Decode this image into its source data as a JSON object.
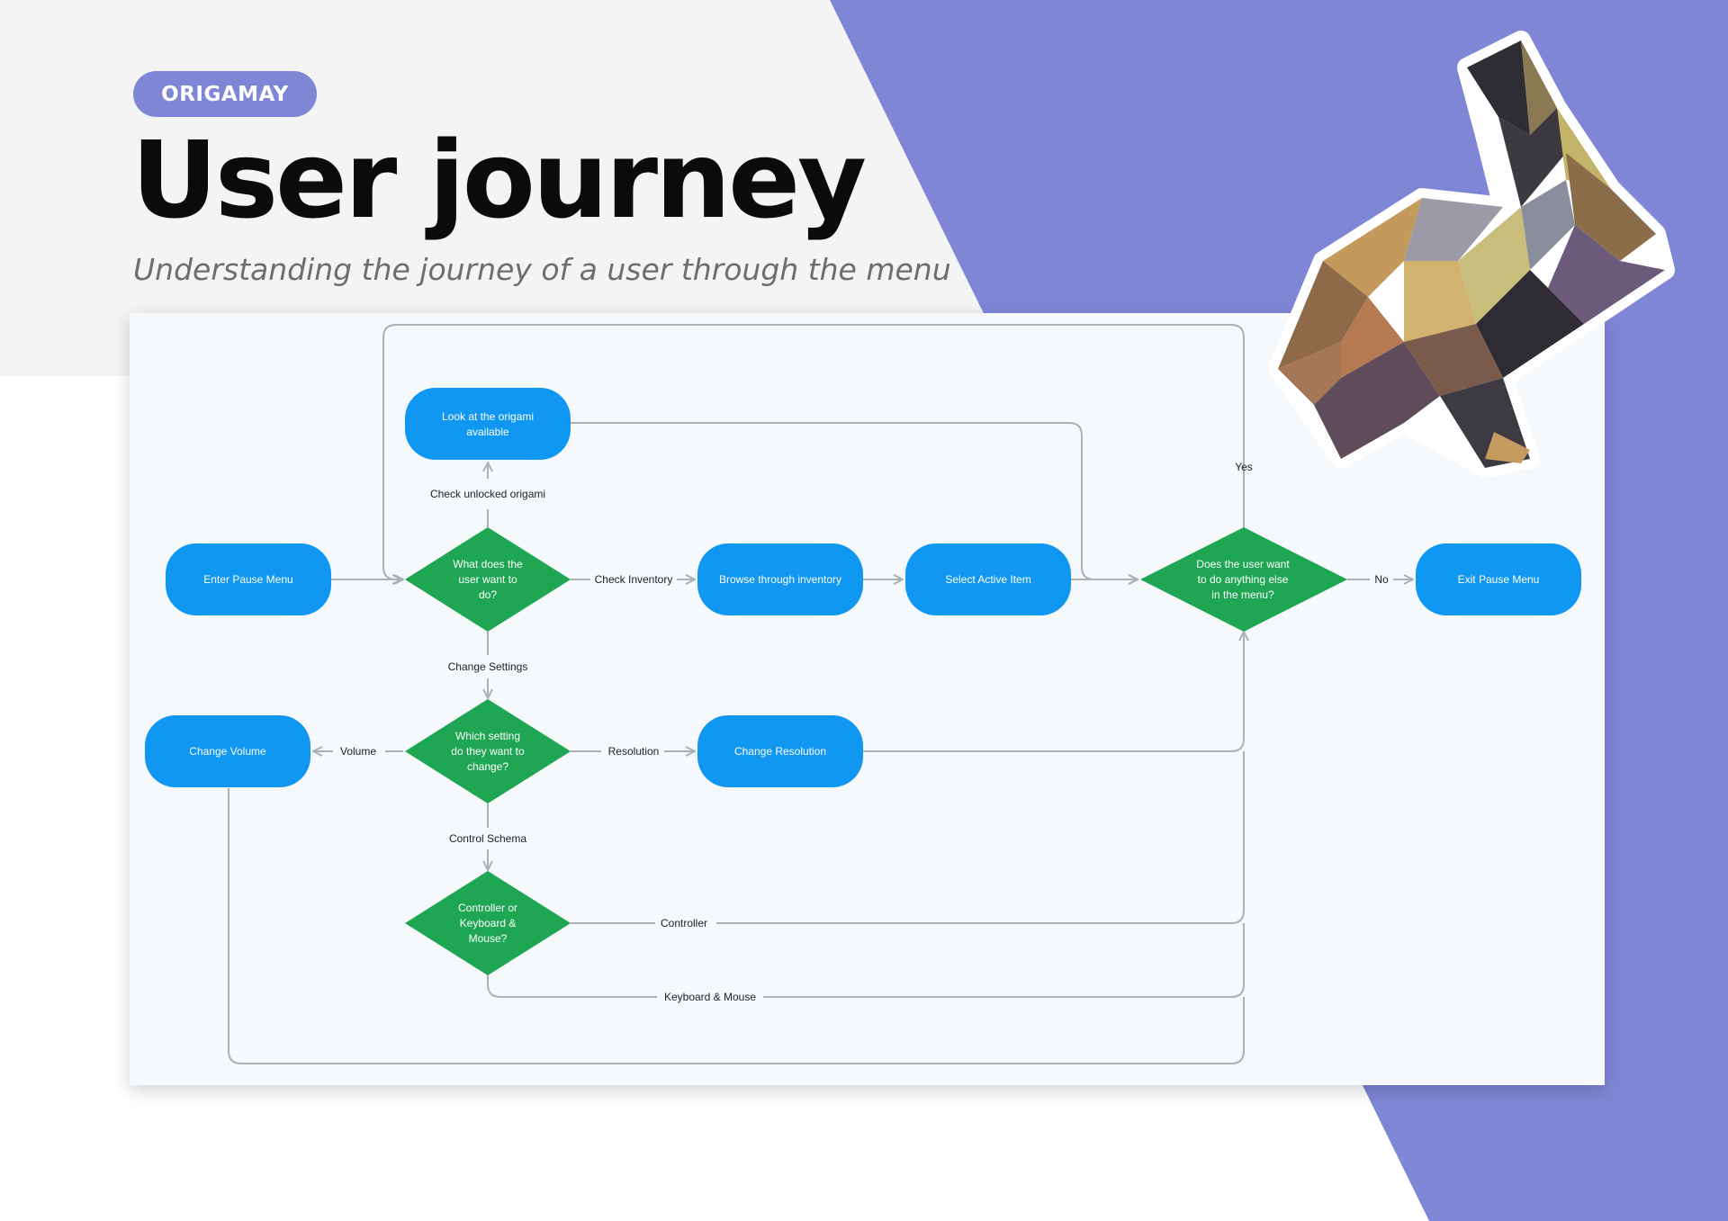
{
  "header": {
    "tag": "ORIGAMAY",
    "title": "User journey",
    "subtitle": "Understanding the journey of a user through the menu"
  },
  "colors": {
    "accent": "#7f86d6",
    "process_node": "#0f97f2",
    "decision_node": "#1fa653",
    "board": "#f5f9fc",
    "light_panel": "#f4f4f4"
  },
  "illustration": {
    "icon": "origami-rabbit-icon"
  },
  "flow": {
    "nodes": {
      "enter_pause": "Enter Pause Menu",
      "look_origami": [
        "Look at the origami",
        "available"
      ],
      "what_do": [
        "What does the",
        "user want to",
        "do?"
      ],
      "browse_inventory": "Browse through inventory",
      "select_item": "Select Active Item",
      "anything_else": [
        "Does the user want",
        "to do anything else",
        "in the menu?"
      ],
      "exit_pause": "Exit Pause Menu",
      "which_setting": [
        "Which setting",
        "do they want to",
        "change?"
      ],
      "change_volume": "Change Volume",
      "change_resolution": "Change Resolution",
      "controller_or_kbm": [
        "Controller or",
        "Keyboard &",
        "Mouse?"
      ]
    },
    "edges": {
      "check_unlocked": "Check unlocked origami",
      "check_inventory": "Check Inventory",
      "change_settings": "Change Settings",
      "volume": "Volume",
      "resolution": "Resolution",
      "control_schema": "Control Schema",
      "controller": "Controller",
      "keyboard_mouse": "Keyboard & Mouse",
      "yes": "Yes",
      "no": "No"
    }
  }
}
